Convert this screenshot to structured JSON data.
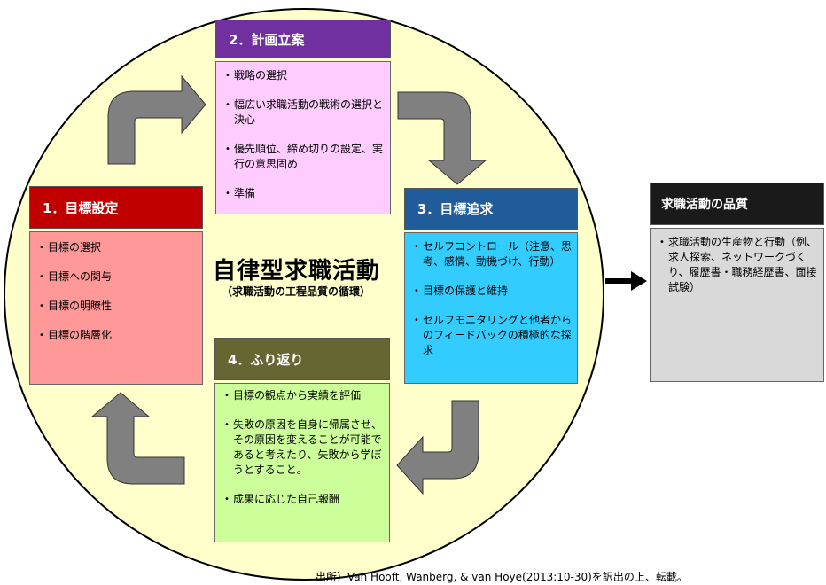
{
  "cycle": {
    "title": "自律型求職活動",
    "subtitle": "（求職活動の工程品質の循環）"
  },
  "steps": [
    {
      "header": "1．目標設定",
      "color": "#c00000",
      "box_color": "#ff9999",
      "items": [
        "目標の選択",
        "目標への関与",
        "目標の明瞭性",
        "目標の階層化"
      ]
    },
    {
      "header": "2．計画立案",
      "color": "#7030a0",
      "box_color": "#ffccff",
      "items": [
        "戦略の選択",
        "幅広い求職活動の戦術の選択と決心",
        "優先順位、締め切りの設定、実行の意思固め",
        "準備"
      ]
    },
    {
      "header": "3．目標追求",
      "color": "#1f5c99",
      "box_color": "#33ccff",
      "items": [
        "セルフコントロール（注意、思考、感情、動機づけ、行動）",
        "目標の保護と維持",
        "セルフモニタリングと他者からのフィードバックの積極的な探求"
      ]
    },
    {
      "header": "4．ふり返り",
      "color": "#666633",
      "box_color": "#ccff99",
      "items": [
        "目標の観点から実績を評価",
        "失敗の原因を自身に帰属させ、その原因を変えることが可能であると考えたり、失敗から学ぼうとすること。",
        "成果に応じた自己報酬"
      ]
    }
  ],
  "quality": {
    "header": "求職活動の品質",
    "color": "#1a1a1a",
    "box_color": "#d9d9d9",
    "items": [
      "求職活動の生産物と行動（例、求人探索、ネットワークづくり、履歴書・職務経歴書、面接試験）"
    ]
  },
  "credit": "出所）Van Hooft, Wanberg, & van Hoye(2013:10-30)を訳出の上、転載。",
  "colors": {
    "circle_fill": "#ffffcc",
    "arrow_fill": "#808080",
    "connector": "#000000"
  },
  "icons": [
    "curved-arrow-icon",
    "right-arrow-icon"
  ]
}
